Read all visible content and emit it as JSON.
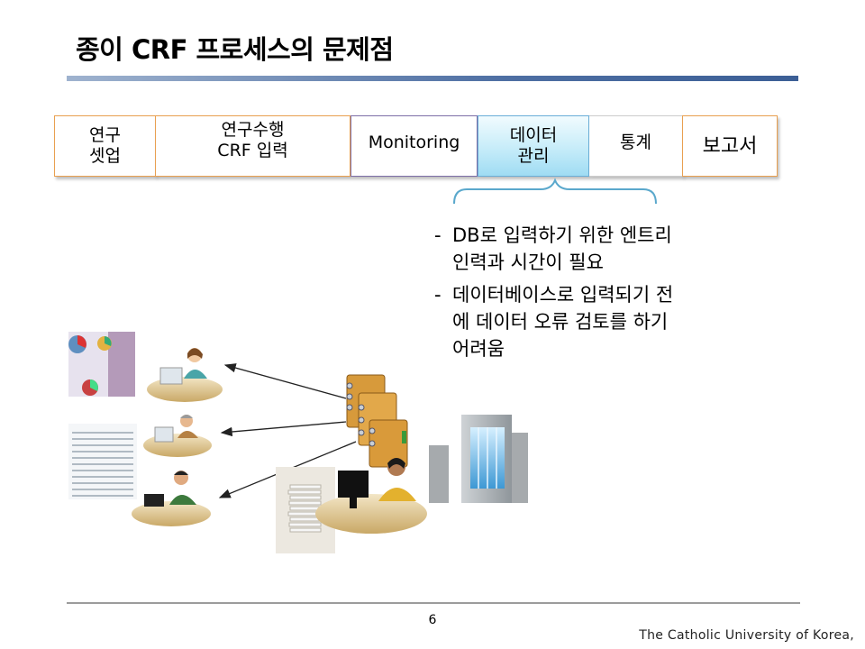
{
  "slide": {
    "title": "종이 CRF 프로세스의 문제점",
    "page_number": "6",
    "footer": "The Catholic University of Korea,"
  },
  "process_steps": [
    {
      "label": "연구\n셋업"
    },
    {
      "label": "연구수행\nCRF 입력"
    },
    {
      "label": "Monitoring"
    },
    {
      "label": "데이터\n관리"
    },
    {
      "label": "통계"
    },
    {
      "label": "보고서"
    }
  ],
  "problems": [
    {
      "bullet": "-",
      "text": "DB로 입력하기 위한 엔트리\n인력과 시간이 필요"
    },
    {
      "bullet": "-",
      "text": "데이터베이스로 입력되기 전\n에 데이터 오류 검토를 하기\n어려움"
    }
  ],
  "colors": {
    "title_rule": "#3c5f96",
    "step_orange_border": "#e9a050",
    "step_purple_border": "#7e6fa8",
    "step_highlight_fill": "#c6ecf9",
    "brace": "#5aa8cc"
  }
}
